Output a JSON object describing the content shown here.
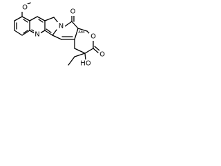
{
  "molecule": {
    "atoms": {
      "methoxy_o": "O",
      "quinoline_n": "N",
      "pyrrole_n": "N",
      "lactam_o": "O",
      "ring_o": "O",
      "lactone_o": "O",
      "hydroxyl": "HO",
      "stereo_abs": "Abs"
    }
  }
}
